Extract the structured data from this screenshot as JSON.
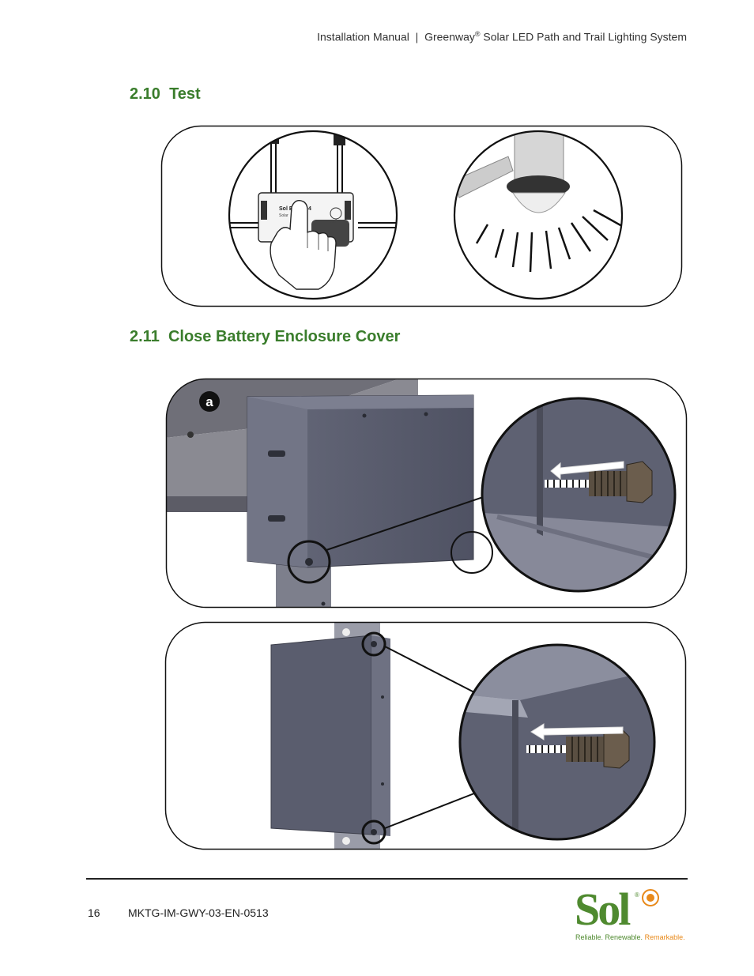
{
  "header": {
    "prefix": "Installation Manual",
    "separator": "|",
    "brand": "Greenway",
    "reg": "®",
    "suffix": "Solar LED Path and Trail Lighting System"
  },
  "sections": [
    {
      "number": "2.10",
      "title": "Test"
    },
    {
      "number": "2.11",
      "title": "Close Battery Enclosure Cover"
    }
  ],
  "figure_test": {
    "device_label": "Sol E",
    "device_label_digit": "4",
    "device_sublabel": "Solar",
    "device_logo": "Sol"
  },
  "figure_close": {
    "callout_letter": "a"
  },
  "footer": {
    "page_number": "16",
    "doc_code": "MKTG-IM-GWY-03-EN-0513"
  },
  "logo": {
    "word": "Sol",
    "reg": "®",
    "tagline_1": "Reliable. Renewable.",
    "tagline_2": "Remarkable."
  },
  "colors": {
    "section_title": "#3a7d2c",
    "brand_green": "#4f8a2f",
    "brand_orange": "#e8891a",
    "enclosure": "#5a5d6e"
  }
}
